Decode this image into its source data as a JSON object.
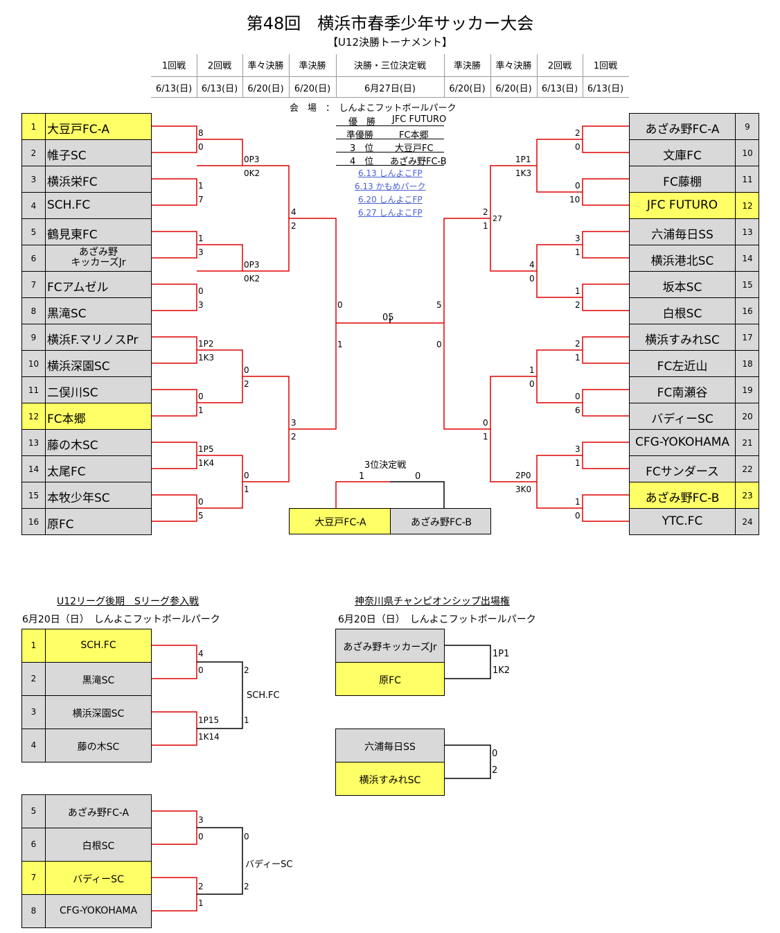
{
  "header": {
    "title": "第48回　横浜市春季少年サッカー大会",
    "subtitle": "【U12決勝トーナメント】",
    "rounds": [
      "1回戦",
      "2回戦",
      "準々決勝",
      "準決勝",
      "決勝・三位決定戦",
      "準決勝",
      "準々決勝",
      "2回戦",
      "1回戦"
    ],
    "dates": [
      "6/13(日)",
      "6/13(日)",
      "6/20(日)",
      "6/20(日)",
      "6月27日(日)",
      "6/20(日)",
      "6/20(日)",
      "6/13(日)",
      "6/13(日)"
    ],
    "venue": "会　場　：　しんよこフットボールパーク"
  },
  "results": [
    {
      "rank": "優　勝",
      "team": "JFC FUTURO"
    },
    {
      "rank": "準優勝",
      "team": "FC本郷"
    },
    {
      "rank": "3　位",
      "team": "大豆戸FC"
    },
    {
      "rank": "4　位",
      "team": "あざみ野FC-B"
    }
  ],
  "links": [
    "6.13 しんよこFP",
    "6.13 かもめパーク",
    "6.20 しんよこFP",
    "6.27 しんよこFP"
  ],
  "left_teams": [
    {
      "num": "1",
      "name": "大豆戸FC-A",
      "hl": true
    },
    {
      "num": "2",
      "name": "帷子SC"
    },
    {
      "num": "3",
      "name": "横浜栄FC"
    },
    {
      "num": "4",
      "name": "SCH.FC"
    },
    {
      "num": "5",
      "name": "鶴見東FC"
    },
    {
      "num": "6",
      "name": "あざみ野\nキッカーズJr"
    },
    {
      "num": "7",
      "name": "FCアムゼル"
    },
    {
      "num": "8",
      "name": "黒滝SC"
    },
    {
      "num": "9",
      "name": "横浜F.マリノスPr"
    },
    {
      "num": "10",
      "name": "横浜深園SC"
    },
    {
      "num": "11",
      "name": "二俣川SC"
    },
    {
      "num": "12",
      "name": "FC本郷",
      "hl": true
    },
    {
      "num": "13",
      "name": "藤の木SC"
    },
    {
      "num": "14",
      "name": "太尾FC"
    },
    {
      "num": "15",
      "name": "本牧少年SC"
    },
    {
      "num": "16",
      "name": "原FC"
    }
  ],
  "right_teams": [
    {
      "num": "9",
      "name": "あざみ野FC-A"
    },
    {
      "num": "10",
      "name": "文庫FC"
    },
    {
      "num": "11",
      "name": "FC藤棚"
    },
    {
      "num": "12",
      "name": "JFC FUTURO",
      "hl": true
    },
    {
      "num": "13",
      "name": "六浦毎日SS"
    },
    {
      "num": "14",
      "name": "横浜港北SC"
    },
    {
      "num": "15",
      "name": "坂本SC"
    },
    {
      "num": "16",
      "name": "白根SC"
    },
    {
      "num": "17",
      "name": "横浜すみれSC"
    },
    {
      "num": "18",
      "name": "FC左近山"
    },
    {
      "num": "19",
      "name": "FC南瀬谷"
    },
    {
      "num": "20",
      "name": "バディーSC"
    },
    {
      "num": "21",
      "name": "CFG-YOKOHAMA"
    },
    {
      "num": "22",
      "name": "FCサンダース"
    },
    {
      "num": "23",
      "name": "あざみ野FC-B",
      "hl": true
    },
    {
      "num": "24",
      "name": "YTC.FC"
    }
  ],
  "scores": {
    "l1": [
      "8",
      "0",
      "1",
      "7",
      "1",
      "3",
      "0",
      "3",
      "1P2",
      "1K3",
      "0",
      "1",
      "1P5",
      "1K4",
      "0",
      "5"
    ],
    "l2": [
      "0P3",
      "0K2",
      "0P3",
      "0K2",
      "0",
      "2",
      "0",
      "1"
    ],
    "l3": [
      "4",
      "2",
      "3",
      "2"
    ],
    "lsf": [
      "0",
      "1"
    ],
    "final": "05",
    "rsf": [
      "5",
      "0"
    ],
    "r3": [
      "2",
      "1",
      "0",
      "1"
    ],
    "r3_extra": "27",
    "r2": [
      "1P1",
      "1K3",
      "4",
      "0",
      "1",
      "0",
      "2P0",
      "3K0"
    ],
    "r1": [
      "2",
      "0",
      "0",
      "10",
      "3",
      "1",
      "1",
      "2",
      "2",
      "1",
      "0",
      "6",
      "3",
      "1",
      "1",
      "0"
    ]
  },
  "third_place": {
    "title": "3位決定戦",
    "score_left": "1",
    "score_right": "0",
    "team_left": "大豆戸FC-A",
    "team_right": "あざみ野FC-B"
  },
  "sleague": {
    "title": "U12リーグ後期　Sリーグ参入戦",
    "sub": "6月20日（日）　しんよこフットボールパーク",
    "group1": [
      {
        "num": "1",
        "name": "SCH.FC",
        "hl": true
      },
      {
        "num": "2",
        "name": "黒滝SC"
      },
      {
        "num": "3",
        "name": "横浜深園SC"
      },
      {
        "num": "4",
        "name": "藤の木SC"
      }
    ],
    "group1_scores": [
      "4",
      "0",
      "1P15",
      "1K14",
      "2",
      "1"
    ],
    "group1_winner": "SCH.FC",
    "group2": [
      {
        "num": "5",
        "name": "あざみ野FC-A"
      },
      {
        "num": "6",
        "name": "白根SC"
      },
      {
        "num": "7",
        "name": "バディーSC",
        "hl": true
      },
      {
        "num": "8",
        "name": "CFG-YOKOHAMA"
      }
    ],
    "group2_scores": [
      "3",
      "0",
      "2",
      "1",
      "0",
      "2"
    ],
    "group2_winner": "バディーSC"
  },
  "kanagawa": {
    "title": "神奈川県チャンピオンシップ出場権",
    "sub": "6月20日（日）　しんよこフットボールパーク",
    "match1": [
      {
        "name": "あざみ野キッカーズJr"
      },
      {
        "name": "原FC",
        "hl": true
      }
    ],
    "match1_scores": [
      "1P1",
      "1K2"
    ],
    "match2": [
      {
        "name": "六浦毎日SS"
      },
      {
        "name": "横浜すみれSC",
        "hl": true
      }
    ],
    "match2_scores": [
      "0",
      "2"
    ]
  }
}
